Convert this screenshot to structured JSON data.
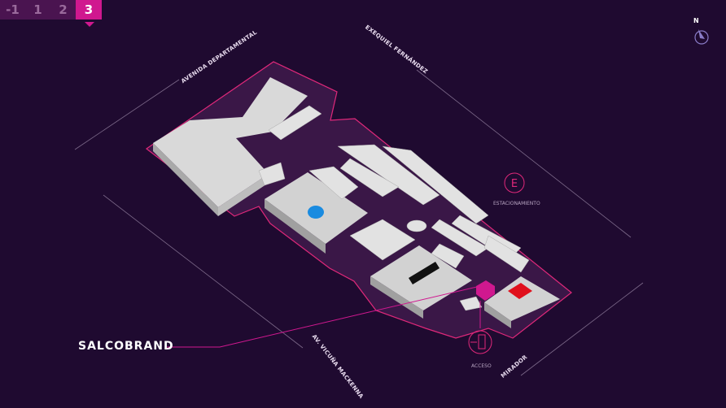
{
  "floor_selector": {
    "floors": [
      "-1",
      "1",
      "2",
      "3"
    ],
    "active": "3"
  },
  "compass": {
    "label": "N"
  },
  "streets": {
    "avenida_departamental": "AVENIDA DEPARTAMENTAL",
    "exequiel_fernandez": "EXEQUIEL FERNÁNDEZ",
    "vicuna_mackenna": "AV. VICUÑA MACKENNA",
    "mirador": "MIRADOR"
  },
  "markers": {
    "parking": {
      "icon": "E",
      "label": "ESTACIONAMIENTO"
    },
    "entrance": {
      "label": "ACCESO"
    }
  },
  "highlighted_store": {
    "name": "SALCOBRAND",
    "color": "#d0188f"
  },
  "colors": {
    "background": "#1f0a30",
    "accent": "#d0188f",
    "outline": "#e0287a"
  }
}
